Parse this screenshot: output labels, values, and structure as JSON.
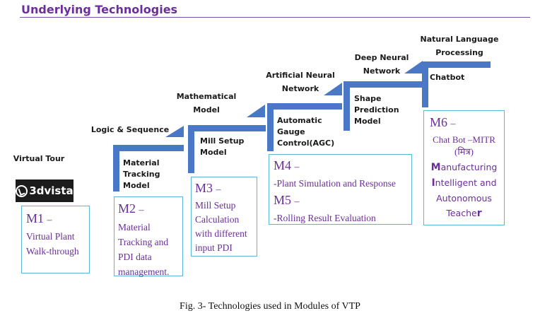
{
  "title": "Underlying Technologies",
  "colors": {
    "accent": "#6b2f9a",
    "stair": "#4a78c6",
    "box_border": "#5bb7d6"
  },
  "steps": [
    {
      "label": "Virtual Tour",
      "inner": ""
    },
    {
      "label": "Logic & Sequence",
      "inner": "Material Tracking Model"
    },
    {
      "label": "Mathematical Model",
      "inner": "Mill Setup Model"
    },
    {
      "label": "Artificial Neural Network",
      "inner": "Automatic Gauge Control(AGC)"
    },
    {
      "label": "Deep Neural Network",
      "inner": "Shape Prediction Model"
    },
    {
      "label": "Natural Language Processing",
      "inner": "Chatbot"
    }
  ],
  "logo": {
    "icon": "3dvista-logo-icon",
    "text": "3dvista"
  },
  "modules": [
    {
      "code": "M1",
      "dash": "–",
      "desc": "Virtual Plant Walk-through"
    },
    {
      "code": "M2",
      "dash": "–",
      "desc": "Material Tracking and PDI data management."
    },
    {
      "code": "M3",
      "dash": "–",
      "desc": "Mill Setup Calculation with different input PDI"
    },
    {
      "code": "M4",
      "dash": "–",
      "desc": "-Plant Simulation and Response",
      "code2": "M5",
      "dash2": "–",
      "desc2": "-Rolling Result Evaluation"
    },
    {
      "code": "M6",
      "dash": "–",
      "desc": "Chat Bot –MITR (मित्र)",
      "acronym": [
        {
          "initial": "M",
          "rest": "anufacturing"
        },
        {
          "initial": "I",
          "rest": "ntelligent and"
        },
        {
          "initial": "",
          "rest": "Autonomous"
        },
        {
          "initial": "",
          "rest": "Teache",
          "initial_end": "r"
        }
      ]
    }
  ],
  "caption": "Fig. 3- Technologies used in Modules of VTP"
}
